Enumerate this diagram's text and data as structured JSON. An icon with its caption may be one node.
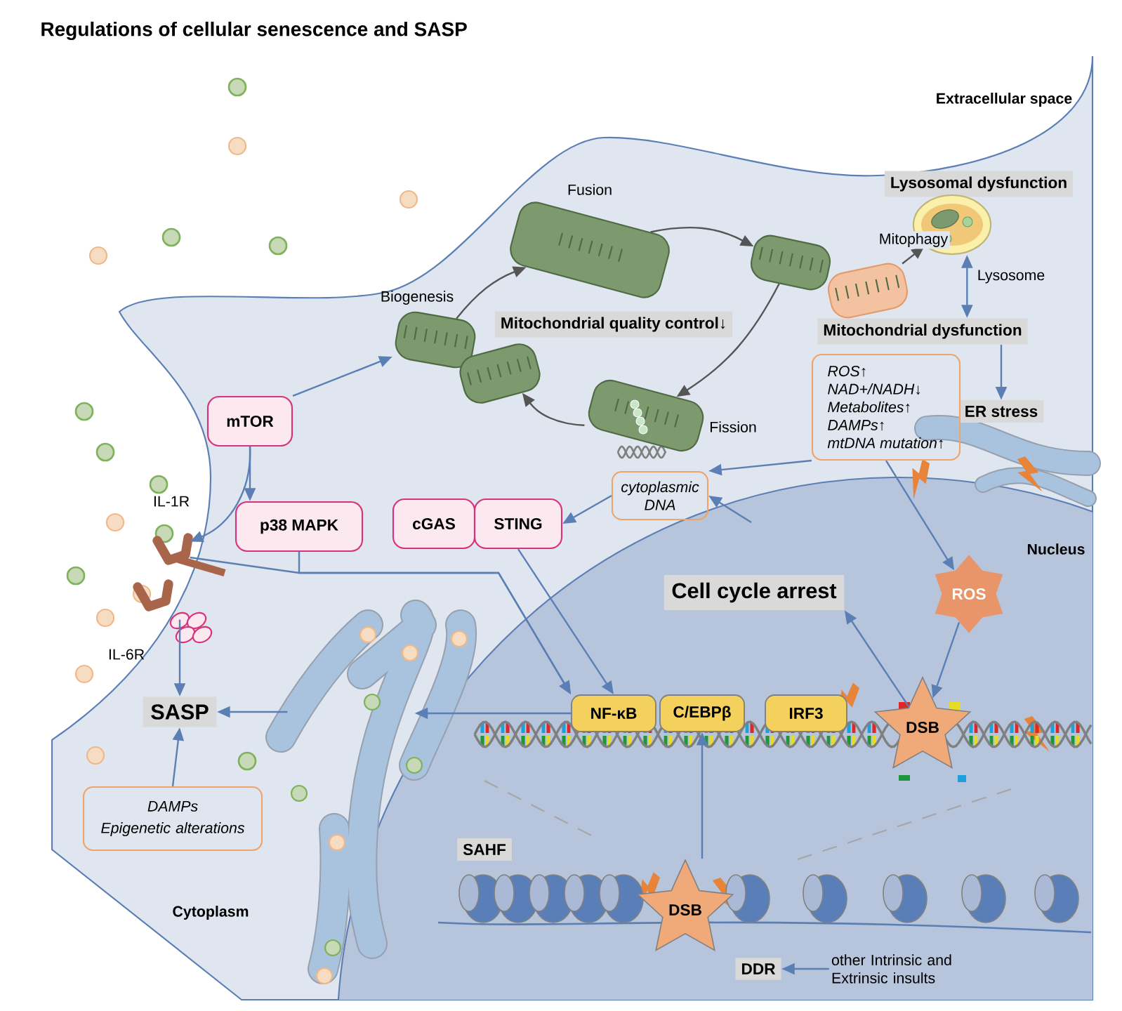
{
  "diagram": {
    "title": "Regulations of cellular senescence and SASP",
    "nodes": [
      {
        "text": [
          "mTOR"
        ]
      },
      {
        "text": [
          "p38 MAPK"
        ]
      },
      {
        "text": [
          "cGAS"
        ]
      },
      {
        "text": [
          "STING"
        ]
      },
      {
        "text": [
          "Mitochondrial quality control↓"
        ]
      },
      {
        "text": [
          "Lysosomal dysfunction"
        ]
      },
      {
        "text": [
          "Mitochondrial dysfunction"
        ]
      },
      {
        "text": [
          "ER stress"
        ]
      },
      {
        "text": [
          "ROS↑",
          "NAD+/NADH↓",
          "Metabolites↑",
          "DAMPs↑",
          "mtDNA mutation↑"
        ]
      },
      {
        "text": [
          "cytoplasmic DNA"
        ]
      },
      {
        "text": [
          "Cell cycle arrest"
        ]
      },
      {
        "text": [
          "ROS"
        ]
      },
      {
        "text": [
          "NF-κB"
        ]
      },
      {
        "text": [
          "C/EBPβ"
        ]
      },
      {
        "text": [
          "IRF3"
        ]
      },
      {
        "text": [
          "DSB"
        ]
      },
      {
        "text": [
          "SASP"
        ]
      },
      {
        "text": [
          "DAMPs",
          "Epigenetic alterations"
        ]
      },
      {
        "text": [
          "SAHF"
        ]
      },
      {
        "text": [
          "DSB"
        ]
      },
      {
        "text": [
          "DDR"
        ]
      },
      {
        "text": [
          "other Intrinsic and Extrinsic insults"
        ]
      },
      {
        "text": [],
        "shape": "picture",
        "beside": [
          "Biogenesis"
        ]
      },
      {
        "text": [],
        "shape": "picture"
      },
      {
        "text": [],
        "shape": "picture",
        "beside": [
          "Fusion"
        ]
      },
      {
        "text": [],
        "shape": "picture"
      },
      {
        "text": [],
        "shape": "picture"
      },
      {
        "text": [],
        "shape": "picture",
        "beside": [
          "Lysosome"
        ]
      },
      {
        "text": [],
        "shape": "picture",
        "beside": [
          "Fission"
        ]
      },
      {
        "text": [],
        "shape": "picture",
        "beside": [
          "IL-1R"
        ]
      },
      {
        "text": [],
        "shape": "picture",
        "beside": [
          "IL-6R"
        ]
      },
      {
        "text": [],
        "shape": "picture"
      }
    ],
    "edges": [
      {
        "from": 0,
        "to": 22,
        "arrow": "to"
      },
      {
        "from": 0,
        "to": 1,
        "arrow": "to"
      },
      {
        "from": 0,
        "to": 29,
        "arrow": "to"
      },
      {
        "from": 22,
        "to": 24,
        "arrow": "to",
        "color": "#555555"
      },
      {
        "from": 24,
        "to": 25,
        "arrow": "to",
        "color": "#555555"
      },
      {
        "from": 26,
        "to": 27,
        "arrow": "to",
        "label": "Mitophagy",
        "color": "#555555"
      },
      {
        "from": 27,
        "to": 6,
        "arrow": "both"
      },
      {
        "from": 6,
        "to": 7,
        "arrow": "to"
      },
      {
        "from": 25,
        "to": 28,
        "arrow": "to",
        "color": "#555555"
      },
      {
        "from": 28,
        "to": 23,
        "arrow": "to",
        "color": "#555555"
      },
      {
        "from": 8,
        "to": 9,
        "arrow": "to"
      },
      {
        "from": null,
        "to": 9,
        "arrow": "to"
      },
      {
        "from": 9,
        "to": 3,
        "arrow": "to"
      },
      {
        "from": 8,
        "to": 11,
        "arrow": "to"
      },
      {
        "from": 3,
        "to": 12,
        "arrow": "to"
      },
      {
        "from": 29,
        "to": 12,
        "arrow": "to"
      },
      {
        "from": 1,
        "to": 12,
        "arrow": "to"
      },
      {
        "from": 11,
        "to": 15,
        "arrow": "to"
      },
      {
        "from": 15,
        "to": 10,
        "arrow": "to"
      },
      {
        "from": 19,
        "to": 13,
        "arrow": "to"
      },
      {
        "from": 21,
        "to": 20,
        "arrow": "to"
      },
      {
        "from": 12,
        "to": 31,
        "arrow": "to"
      },
      {
        "from": 31,
        "to": 16,
        "arrow": "to"
      },
      {
        "from": 30,
        "to": 16,
        "arrow": "to"
      },
      {
        "from": 17,
        "to": 16,
        "arrow": "to"
      }
    ],
    "labels": [
      "Extracellular space",
      "Nucleus",
      "Cytoplasm"
    ]
  }
}
